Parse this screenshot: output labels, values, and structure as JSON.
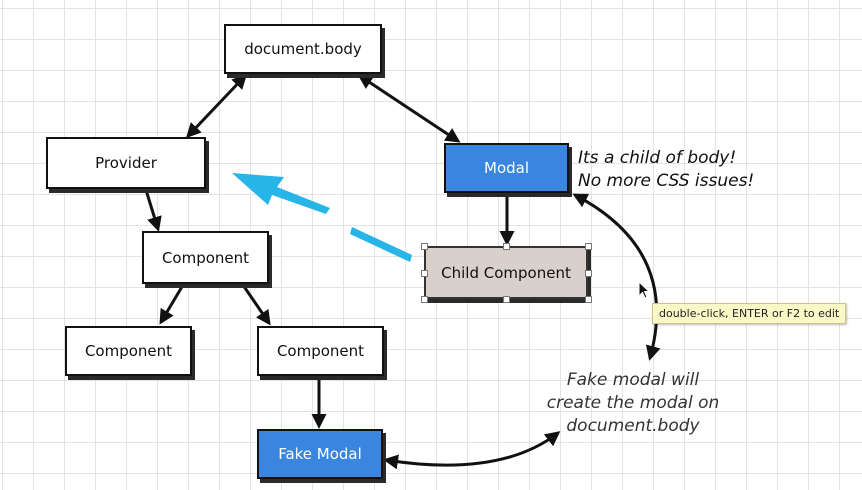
{
  "nodes": {
    "document_body": "document.body",
    "provider": "Provider",
    "modal": "Modal",
    "component": "Component",
    "child_component": "Child Component",
    "component_left": "Component",
    "component_right": "Component",
    "fake_modal": "Fake Modal"
  },
  "notes": {
    "modal_line1": "Its a child of body!",
    "modal_line2": "No more CSS issues!",
    "fake_line1": "Fake modal will",
    "fake_line2": "create the modal on",
    "fake_line3": "document.body"
  },
  "tooltip": "double-click, ENTER or F2 to edit",
  "colors": {
    "blue_node": "#3a86de",
    "selected_node": "#d9d0cc",
    "highlight_arrow": "#27b4e6"
  }
}
